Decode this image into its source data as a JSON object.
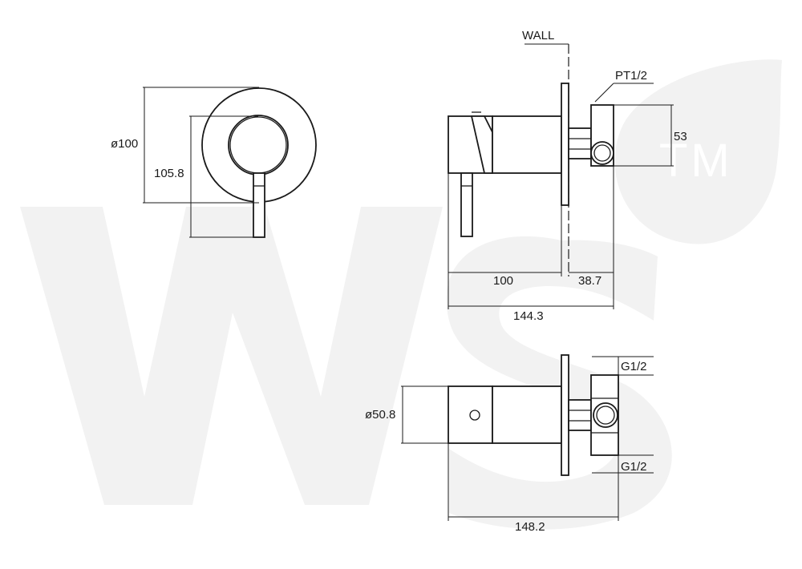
{
  "labels": {
    "wall": "WALL",
    "pt12": "PT1/2",
    "tm": "TM",
    "d100": "ø100",
    "d105_8": "105.8",
    "d53": "53",
    "d100_h": "100",
    "d38_7": "38.7",
    "d144_3": "144.3",
    "d50_8": "ø50.8",
    "g12_top": "G1/2",
    "g12_bot": "G1/2",
    "d148_2": "148.2"
  },
  "colors": {
    "line": "#1a1a1a",
    "watermark": "#f2f2f2",
    "background": "#ffffff"
  }
}
